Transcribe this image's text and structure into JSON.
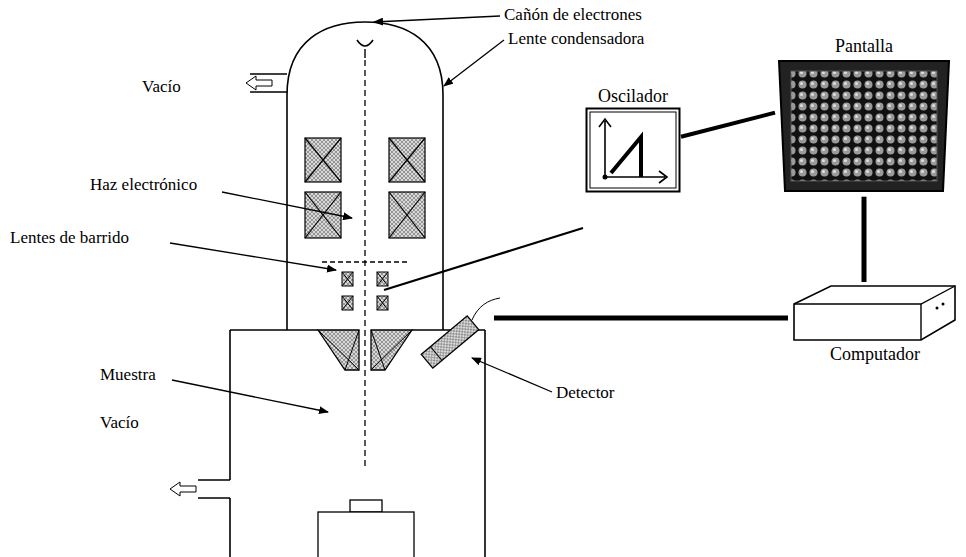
{
  "diagram": {
    "nodes": [
      {
        "text": [
          "Oscilador"
        ]
      },
      {
        "text": [
          "Pantalla"
        ]
      },
      {
        "text": [
          "Computador"
        ]
      }
    ],
    "edges": [
      {
        "from": 0,
        "to": 1,
        "arrow": "none"
      },
      {
        "from": 1,
        "to": 2,
        "arrow": "none"
      }
    ],
    "labels": [
      "Cañón de electrones",
      "Lente condensadora",
      "Vacío",
      "Haz electrónico",
      "Lentes de barrido",
      "Muestra",
      "Vacío",
      "Detector"
    ]
  }
}
